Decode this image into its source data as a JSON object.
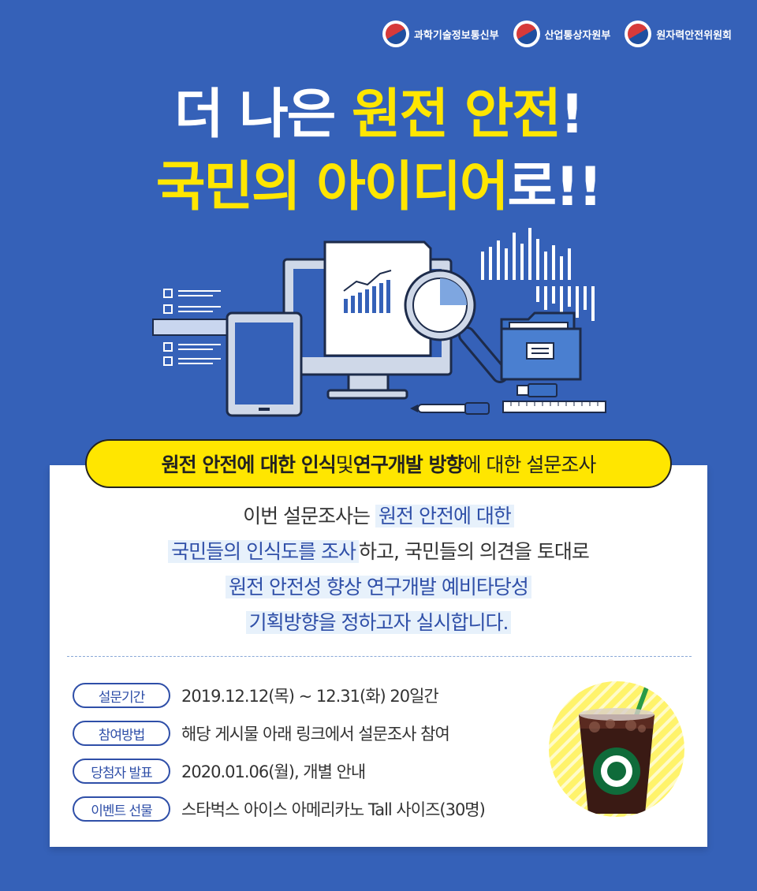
{
  "ministries": [
    {
      "name": "과학기술정보통신부"
    },
    {
      "name": "산업통상자원부"
    },
    {
      "name": "원자력안전위원회"
    }
  ],
  "headline": {
    "line1_white": "더 나은 ",
    "line1_yellow": "원전 안전",
    "line1_end": "!",
    "line2_yellow": "국민의 아이디어",
    "line2_white": "로!!"
  },
  "survey": {
    "title_bold1": "원전 안전에 대한 인식",
    "title_mid": " 및 ",
    "title_bold2": "연구개발 방향",
    "title_end": "에 대한 설문조사"
  },
  "description": {
    "l1_a": "이번 설문조사는 ",
    "l1_hl": "원전 안전에 대한",
    "l2_hl": "국민들의 인식도를 조사",
    "l2_b": "하고, 국민들의 의견을 토대로",
    "l3_hl": "원전 안전성 향상 연구개발 예비타당성",
    "l4_hl": "기획방향을 정하고자 실시합니다."
  },
  "info": [
    {
      "label": "설문기간",
      "value": "2019.12.12(목) ~ 12.31(화) 20일간"
    },
    {
      "label": "참여방법",
      "value": "해당 게시물 아래 링크에서 설문조사 참여"
    },
    {
      "label": "당첨자 발표",
      "value": "2020.01.06(월), 개별 안내"
    },
    {
      "label": "이벤트 선물",
      "value": "스타벅스 아이스 아메리카노 Tall 사이즈(30명)"
    }
  ],
  "colors": {
    "background": "#3561b8",
    "accent_yellow": "#ffe600",
    "text_blue": "#2f4fa8"
  }
}
